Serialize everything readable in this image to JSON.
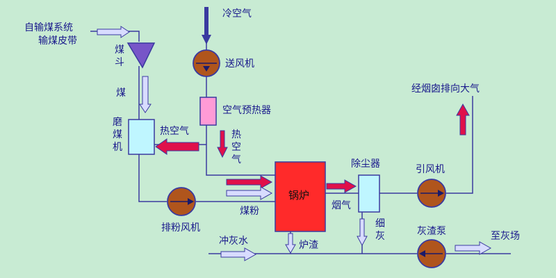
{
  "labels": {
    "coal_belt_line1": "自输煤系统",
    "coal_belt_line2": "输煤皮带",
    "coal_hopper_1": "煤",
    "coal_hopper_2": "斗",
    "coal": "煤",
    "mill_1": "磨",
    "mill_2": "煤",
    "mill_3": "机",
    "hot_air_horizontal": "热空气",
    "hot_air_v1": "热",
    "hot_air_v2": "空",
    "hot_air_v3": "气",
    "cold_air": "冷空气",
    "forced_draft_fan": "送风机",
    "air_preheater": "空气预热器",
    "boiler": "锅炉",
    "pulverized_coal": "煤粉",
    "exhaust_fan": "排粉风机",
    "flue_gas": "烟气",
    "dust_collector": "除尘器",
    "fine_ash_1": "细",
    "fine_ash_2": "灰",
    "induced_draft_fan": "引风机",
    "chimney": "经烟囱排向大气",
    "ash_flush_water": "冲灰水",
    "slag": "炉渣",
    "ash_pump": "灰渣泵",
    "to_ash_yard": "至灰场"
  },
  "colors": {
    "background": "#c8ebd3",
    "line": "#3a3aa0",
    "text": "#1a1a8c",
    "boiler": "#ff2a2a",
    "mill": "#bff6ff",
    "dust_collector": "#bff6ff",
    "air_preheater": "#ff9bd6",
    "fan": "#b0551c",
    "hopper": "#7755c8",
    "arrow_red": "#e0104a",
    "arrow_blue": "#d8dcff"
  }
}
